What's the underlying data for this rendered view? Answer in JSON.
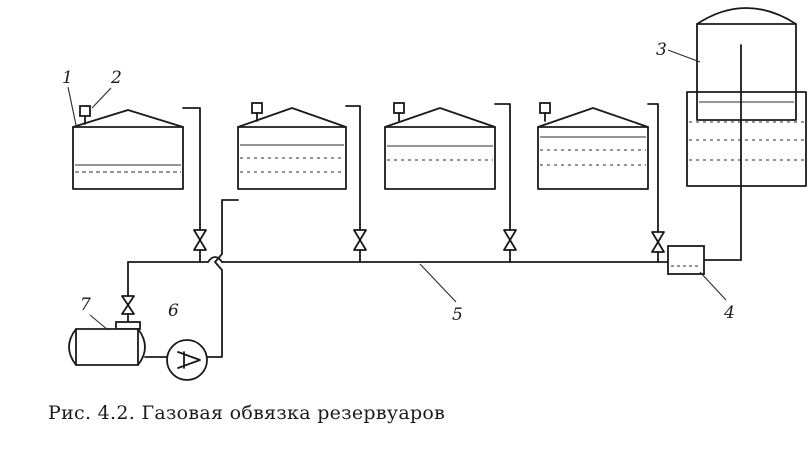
{
  "caption": "Рис. 4.2. Газовая обвязка резервуаров",
  "labels": {
    "tank_1": "1",
    "breather_2": "2",
    "gasholder_3": "3",
    "separator_4": "4",
    "collector_5": "5",
    "compressor_6": "6",
    "receiver_7": "7"
  }
}
